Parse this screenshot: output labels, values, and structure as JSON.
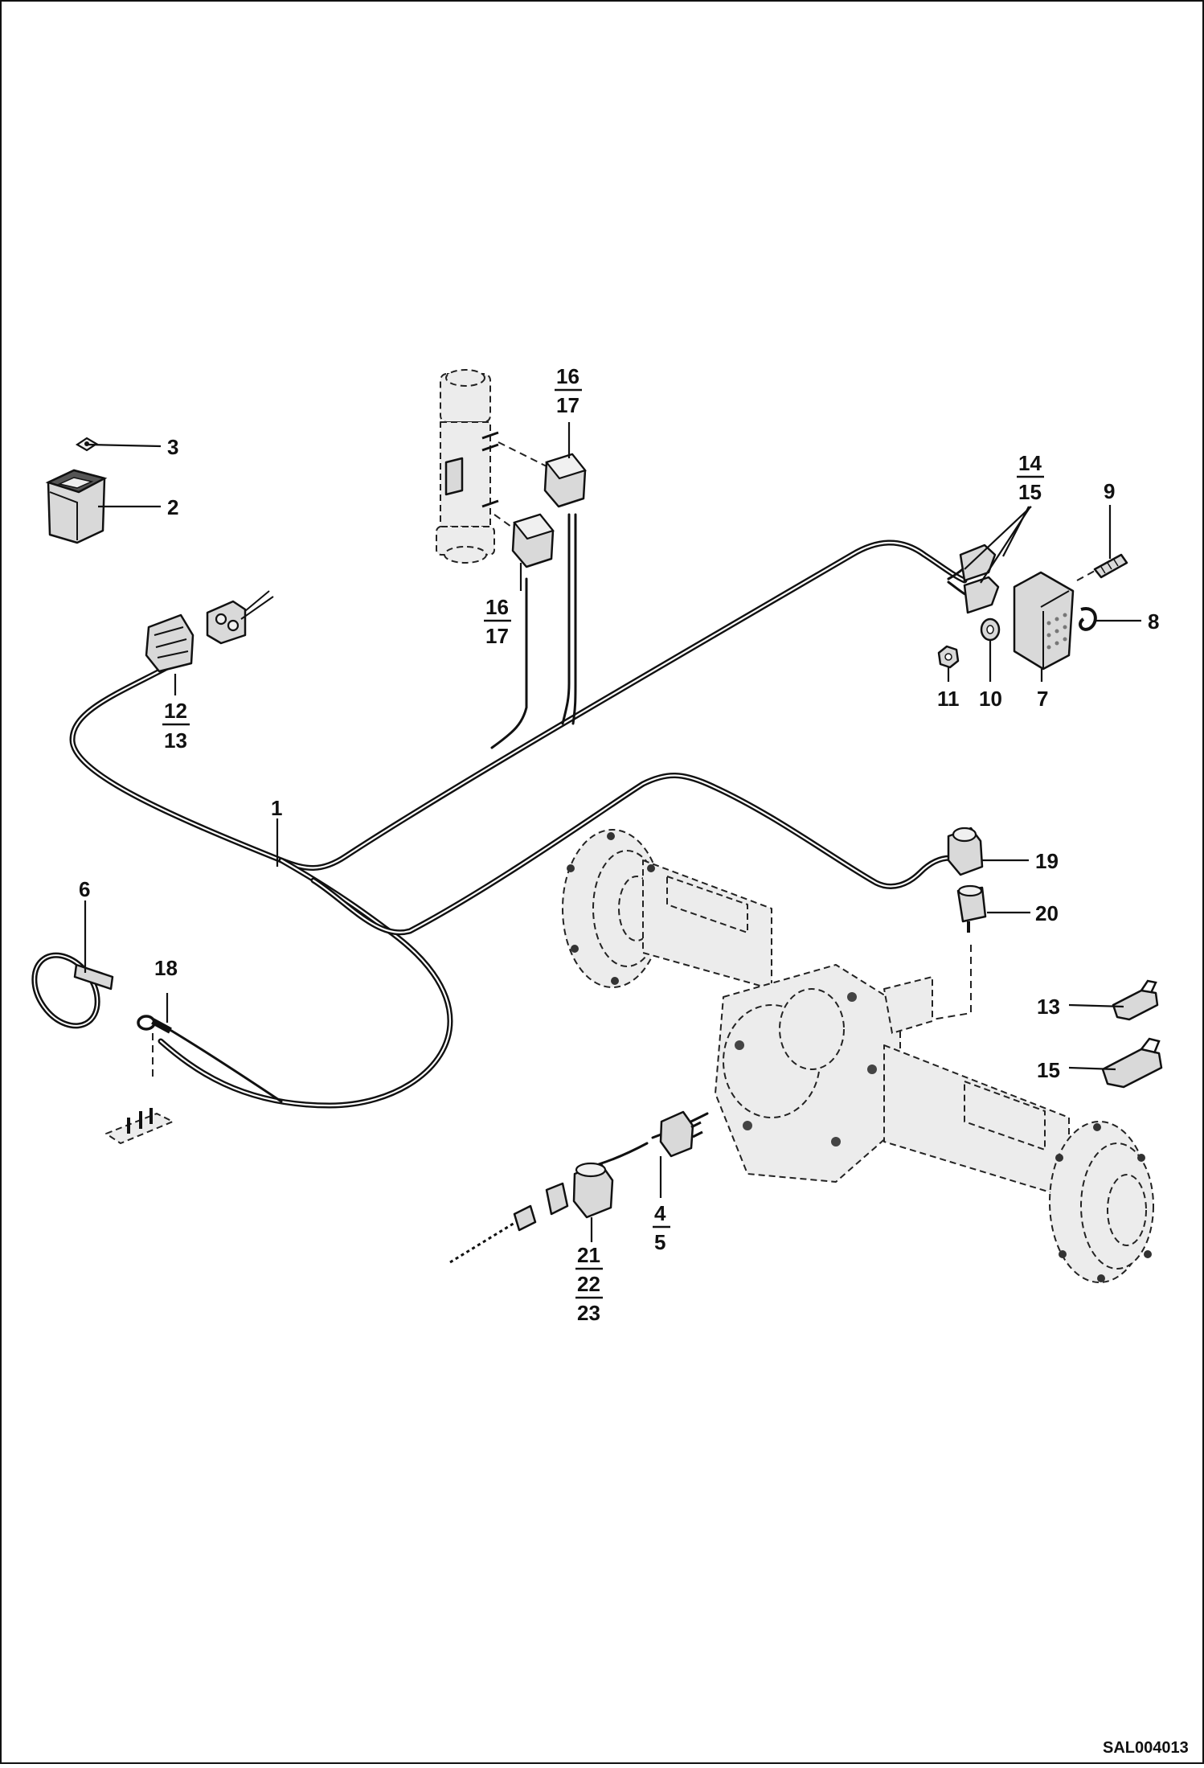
{
  "document_id": "SAL004013",
  "callouts": {
    "c1": "1",
    "c2": "2",
    "c3": "3",
    "c4_5": [
      "4",
      "5"
    ],
    "c6": "6",
    "c7": "7",
    "c8": "8",
    "c9": "9",
    "c10": "10",
    "c11": "11",
    "c12_13": [
      "12",
      "13"
    ],
    "c13": "13",
    "c14_15": [
      "14",
      "15"
    ],
    "c15": "15",
    "c16_17_top": [
      "16",
      "17"
    ],
    "c16_17_bottom": [
      "16",
      "17"
    ],
    "c18": "18",
    "c19": "19",
    "c20": "20",
    "c21_22_23": [
      "21",
      "22",
      "23"
    ]
  },
  "parts": {
    "harness": "wiring-harness",
    "switch": "rocker-switch",
    "switch_cap": "switch-symbol-cap",
    "solenoid_valve": "solenoid-valve",
    "relay_module": "relay-module",
    "rear_axle": "rear-axle"
  }
}
